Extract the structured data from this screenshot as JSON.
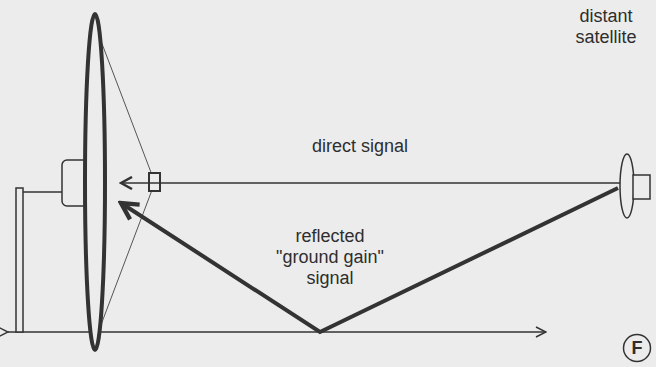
{
  "diagram": {
    "nodes": [
      {
        "text": [
          "F"
        ]
      }
    ],
    "labels": [
      "direct signal",
      "distant satellite",
      "reflected \"ground gain\" signal"
    ]
  }
}
